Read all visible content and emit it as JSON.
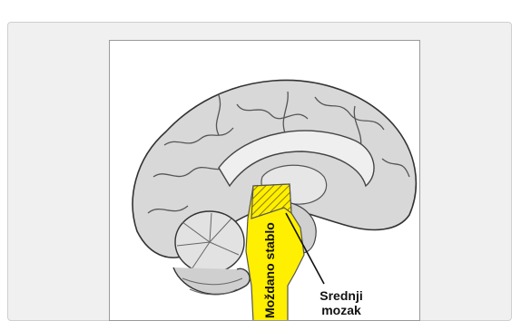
{
  "figure": {
    "vertical_label": "Moždano stablo",
    "callout_line1": "Srednji",
    "callout_line2": "mozak"
  },
  "colors": {
    "brainstem": "#ffef00",
    "brain_fill": "#d8d8d8",
    "card_background": "#f0f0f0"
  }
}
